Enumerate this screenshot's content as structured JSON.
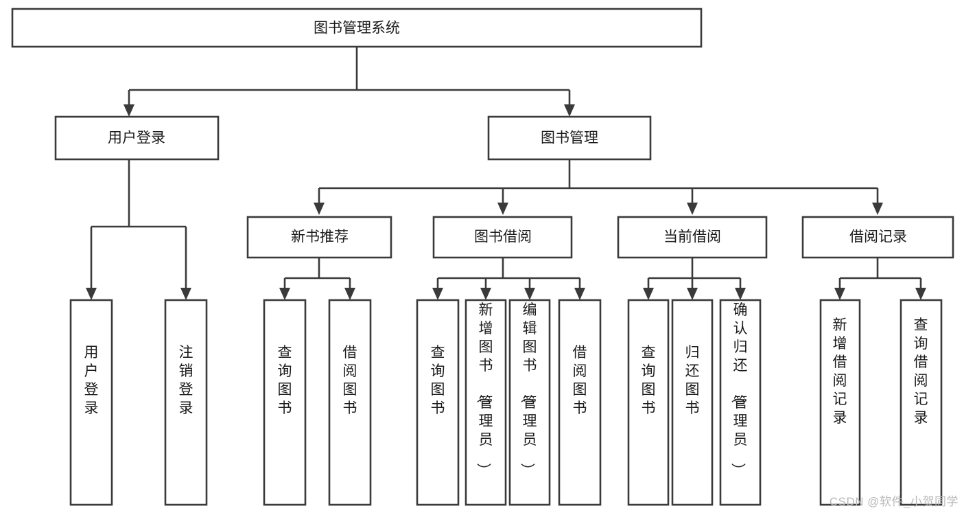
{
  "diagram": {
    "type": "hierarchy-tree",
    "title": "图书管理系统",
    "watermark": "CSDN @软件_小贺同学",
    "colors": {
      "background": "#ffffff",
      "box_stroke": "#3a3a3a",
      "box_fill": "#ffffff",
      "text": "#1b1b1b",
      "watermark": "#b9b9b9"
    },
    "levels": {
      "root": {
        "label": "图书管理系统"
      },
      "level2": [
        {
          "label": "用户登录"
        },
        {
          "label": "图书管理"
        }
      ],
      "level3": [
        {
          "label": "新书推荐"
        },
        {
          "label": "图书借阅"
        },
        {
          "label": "当前借阅"
        },
        {
          "label": "借阅记录"
        }
      ],
      "leaves": [
        {
          "label": "用户登录",
          "parent": "用户登录"
        },
        {
          "label": "注销登录",
          "parent": "用户登录"
        },
        {
          "label": "查询图书",
          "parent": "新书推荐"
        },
        {
          "label": "借阅图书",
          "parent": "新书推荐"
        },
        {
          "label": "查询图书",
          "parent": "图书借阅"
        },
        {
          "label": "新增图书（管理员）",
          "parent": "图书借阅"
        },
        {
          "label": "编辑图书（管理员）",
          "parent": "图书借阅"
        },
        {
          "label": "借阅图书",
          "parent": "图书借阅"
        },
        {
          "label": "查询图书",
          "parent": "当前借阅"
        },
        {
          "label": "归还图书",
          "parent": "当前借阅"
        },
        {
          "label": "确认归还（管理员）",
          "parent": "当前借阅"
        },
        {
          "label": "新增借阅记录",
          "parent": "借阅记录"
        },
        {
          "label": "查询借阅记录",
          "parent": "借阅记录"
        }
      ]
    }
  }
}
